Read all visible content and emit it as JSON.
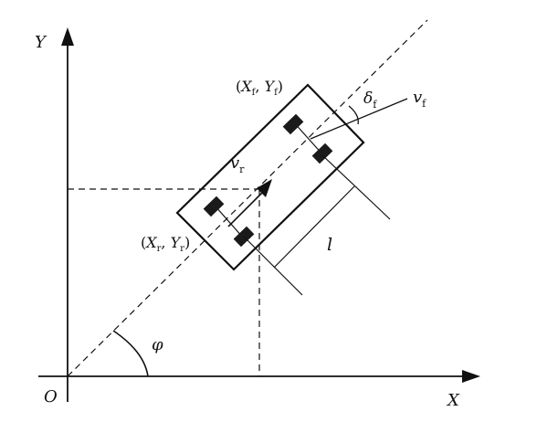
{
  "labels": {
    "y_axis": "Y",
    "x_axis": "X",
    "origin": "O",
    "phi": "φ",
    "l": "l",
    "vr": {
      "base": "v",
      "sub": "r"
    },
    "vf": {
      "base": "v",
      "sub": "f"
    },
    "delta_f": {
      "base": "δ",
      "sub": "f"
    },
    "front_point": {
      "open": "(",
      "x": "X",
      "xsub": "f",
      "sep": ", ",
      "y": "Y",
      "ysub": "f",
      "close": ")"
    },
    "rear_point": {
      "open": "(",
      "x": "X",
      "xsub": "r",
      "sep": ", ",
      "y": "Y",
      "ysub": "r",
      "close": ")"
    }
  },
  "colors": {
    "ink": "#111111",
    "wheel": "#1a1a1a",
    "background": "#ffffff"
  }
}
